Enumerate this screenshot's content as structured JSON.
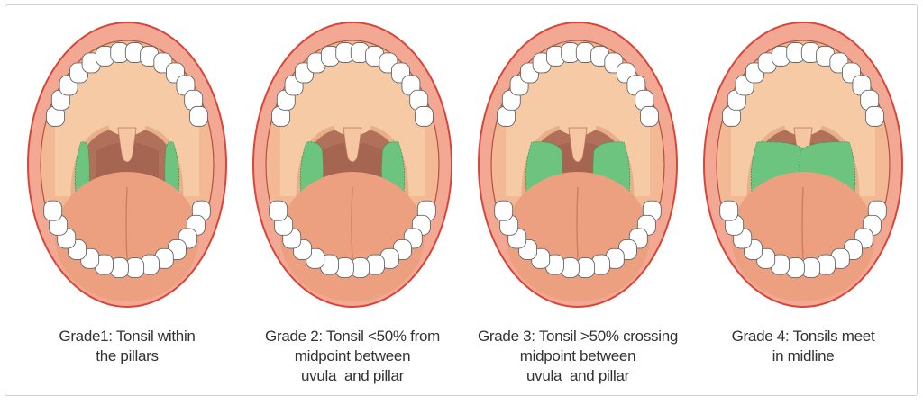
{
  "panels": [
    {
      "grade": 1,
      "tonsil_size": 0.12,
      "caption": [
        "Grade1: Tonsil within",
        "the pillars"
      ]
    },
    {
      "grade": 2,
      "tonsil_size": 0.3,
      "caption": [
        "Grade 2: Tonsil <50% from",
        "midpoint between",
        "uvula  and pillar"
      ]
    },
    {
      "grade": 3,
      "tonsil_size": 0.6,
      "caption": [
        "Grade 3: Tonsil >50% crossing",
        "midpoint between",
        "uvula  and pillar"
      ]
    },
    {
      "grade": 4,
      "tonsil_size": 1.0,
      "caption": [
        "Grade 4: Tonsils meet",
        "in midline"
      ]
    }
  ],
  "colors": {
    "lip": "#f2a892",
    "lip_outline": "#d8453a",
    "palate": "#f7caa6",
    "throat": "#b0705a",
    "tongue": "#eda07f",
    "tonsil": "#6cc47f",
    "teeth": "#ffffff"
  }
}
